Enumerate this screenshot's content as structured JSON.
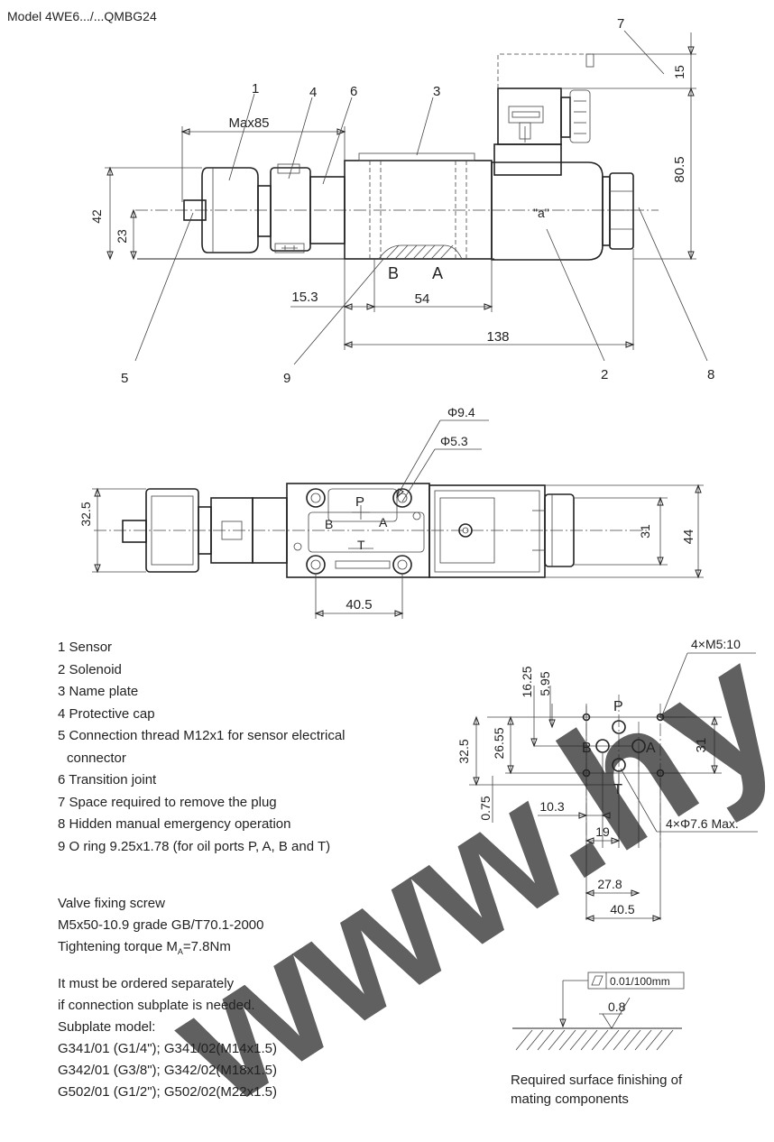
{
  "title": "Model 4WE6.../...QMBG24",
  "side_view": {
    "callouts": [
      "1",
      "2",
      "3",
      "4",
      "5",
      "6",
      "7",
      "8",
      "9"
    ],
    "dims": {
      "max85": "Max85",
      "d42": "42",
      "d23": "23",
      "d15_3": "15.3",
      "d54": "54",
      "d138": "138",
      "d15": "15",
      "d80_5": "80.5"
    },
    "ports": {
      "b": "B",
      "a": "A"
    },
    "position_label": "\"a\""
  },
  "top_view": {
    "dims": {
      "phi9_4": "Φ9.4",
      "phi5_3": "Φ5.3",
      "d32_5": "32.5",
      "d31": "31",
      "d44": "44",
      "d40_5": "40.5"
    },
    "ports": {
      "p": "P",
      "b": "B",
      "a": "A",
      "t": "T"
    }
  },
  "legend": [
    "1 Sensor",
    "2 Solenoid",
    "3 Name plate",
    "4 Protective cap",
    "5 Connection thread M12x1 for sensor electrical",
    "connector",
    "6 Transition joint",
    "7 Space required to remove the plug",
    "8 Hidden manual emergency operation",
    "9 O ring 9.25x1.78 (for oil ports P, A, B and T)"
  ],
  "fixing": {
    "line1": "Valve fixing screw",
    "line2": "M5x50-10.9 grade GB/T70.1-2000",
    "line3_pre": "Tightening torque M",
    "line3_sub": "A",
    "line3_post": "=7.8Nm"
  },
  "subplate": [
    "It must be ordered separately",
    "if connection subplate is needed.",
    "Subplate model:",
    "G341/01 (G1/4\"); G341/02(M14x1.5)",
    "G342/01 (G3/8\"); G342/02(M18x1.5)",
    "G502/01 (G1/2\"); G502/02(M22x1.5)"
  ],
  "port_pattern": {
    "holes_label": "4×M5:10",
    "ports_label": "4×Φ7.6 Max.",
    "dims": {
      "d16_25": "16.25",
      "d5_95": "5.95",
      "d26_55": "26.55",
      "d32_5": "32.5",
      "d31": "31",
      "d0_75": "0.75",
      "d10_3": "10.3",
      "d19": "19",
      "d27_8": "27.8",
      "d40_5": "40.5"
    },
    "ports": {
      "p": "P",
      "b": "B",
      "a": "A",
      "t": "T"
    }
  },
  "surface": {
    "flatness": "0.01/100mm",
    "roughness": "0.8",
    "caption": [
      "Required surface finishing of",
      "mating components"
    ]
  },
  "watermark": "www.hy"
}
